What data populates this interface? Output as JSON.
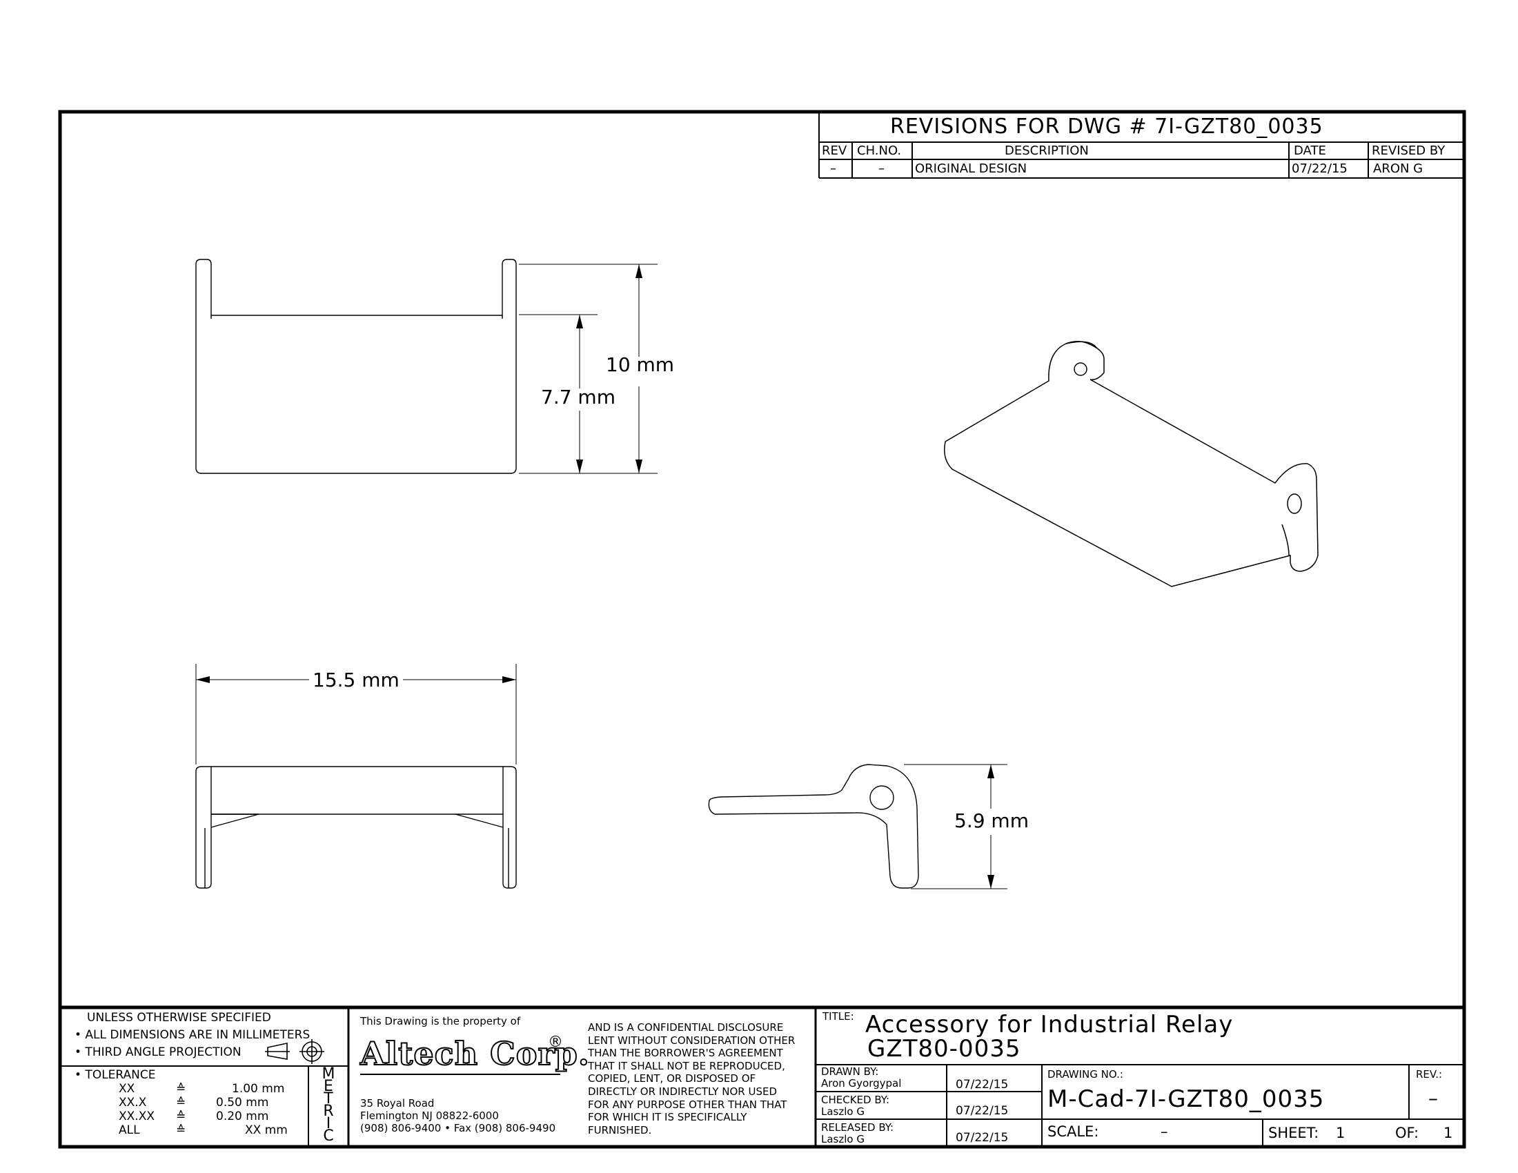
{
  "revisions": {
    "title": "REVISIONS FOR DWG # 7I-GZT80_0035",
    "headers": {
      "rev": "REV",
      "chno": "CH.NO.",
      "description": "DESCRIPTION",
      "date": "DATE",
      "revised_by": "REVISED BY"
    },
    "rows": [
      {
        "rev": "–",
        "chno": "–",
        "description": "ORIGINAL DESIGN",
        "date": "07/22/15",
        "revised_by": "ARON G"
      }
    ]
  },
  "dimensions": {
    "height_total": "10 mm",
    "height_inner": "7.7 mm",
    "width": "15.5 mm",
    "side_height": "5.9 mm"
  },
  "notes": {
    "line1": "UNLESS OTHERWISE SPECIFIED",
    "line2": "• ALL DIMENSIONS ARE IN MILLIMETERS",
    "line3": "• THIRD ANGLE PROJECTION",
    "tolerance_title": "• TOLERANCE",
    "tolerance": [
      {
        "key": "XX",
        "sym": "≙",
        "val": "1.00 mm"
      },
      {
        "key": "XX.X",
        "sym": "≙",
        "val": "0.50 mm"
      },
      {
        "key": "XX.XX",
        "sym": "≙",
        "val": "0.20 mm"
      },
      {
        "key": "ALL",
        "sym": "≙",
        "val": "XX mm"
      }
    ],
    "metric": [
      "M",
      "E",
      "T",
      "R",
      "I",
      "C"
    ]
  },
  "company": {
    "property_line": "This Drawing is the property of",
    "name": "Altech Corp.",
    "registered": "®",
    "address1": "35 Royal Road",
    "address2": "Flemington NJ 08822-6000",
    "phone": "(908) 806-9400 • Fax (908) 806-9490",
    "disclosure": [
      "AND IS A CONFIDENTIAL DISCLOSURE",
      "LENT WITHOUT CONSIDERATION OTHER",
      "THAN THE BORROWER'S AGREEMENT",
      "THAT IT SHALL NOT BE REPRODUCED,",
      "COPIED, LENT, OR DISPOSED OF",
      "DIRECTLY OR INDIRECTLY NOR USED",
      "FOR ANY PURPOSE OTHER THAN THAT",
      "FOR WHICH IT IS SPECIFICALLY",
      "FURNISHED."
    ]
  },
  "title_block": {
    "title_label": "TITLE:",
    "title_line1": "Accessory for Industrial Relay",
    "title_line2": "GZT80-0035",
    "drawn_label": "DRAWN BY:",
    "drawn_name": "Aron Gyorgypal",
    "drawn_date": "07/22/15",
    "checked_label": "CHECKED BY:",
    "checked_name": "Laszlo G",
    "checked_date": "07/22/15",
    "released_label": "RELEASED BY:",
    "released_name": "Laszlo G",
    "released_date": "07/22/15",
    "drawing_no_label": "DRAWING NO.:",
    "drawing_no": "M-Cad-7I-GZT80_0035",
    "rev_label": "REV.:",
    "rev_value": "–",
    "scale_label": "SCALE:",
    "scale_value": "–",
    "sheet_label": "SHEET:",
    "sheet_value": "1",
    "of_label": "OF:",
    "of_value": "1"
  }
}
